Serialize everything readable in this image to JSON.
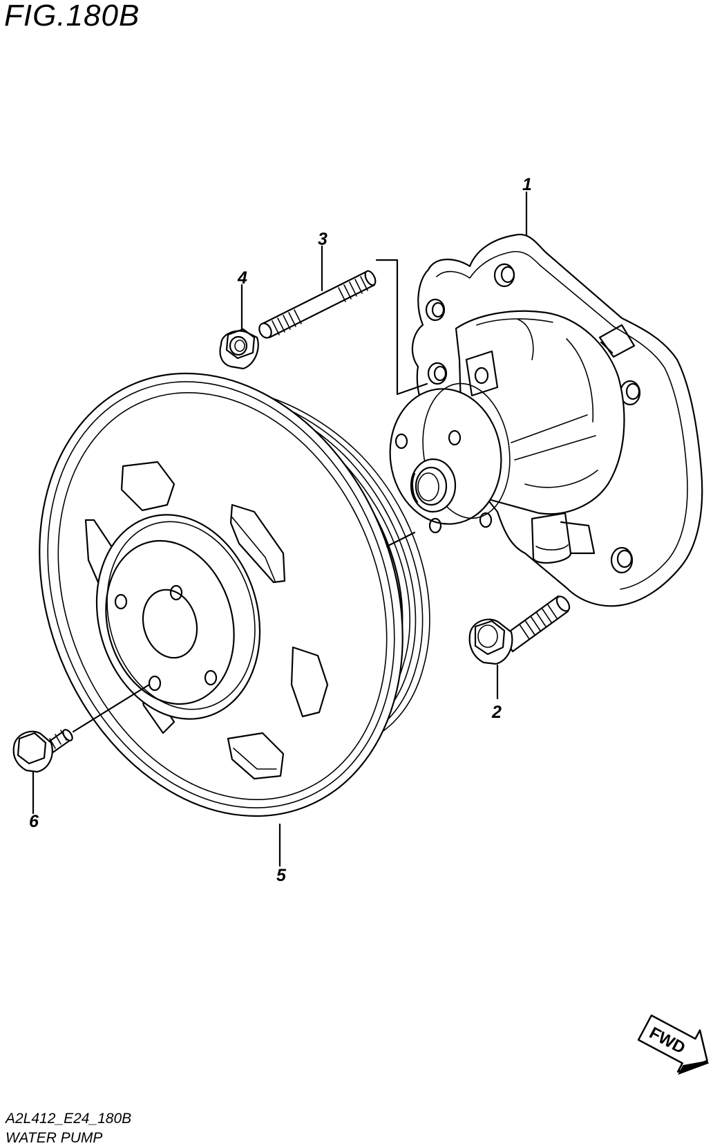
{
  "figure": {
    "title": "FIG.180B",
    "code": "A2L412_E24_180B",
    "name": "WATER PUMP"
  },
  "callouts": {
    "c1": "1",
    "c2": "2",
    "c3": "3",
    "c4": "4",
    "c5": "5",
    "c6": "6"
  },
  "direction_badge": {
    "label": "FWD"
  }
}
